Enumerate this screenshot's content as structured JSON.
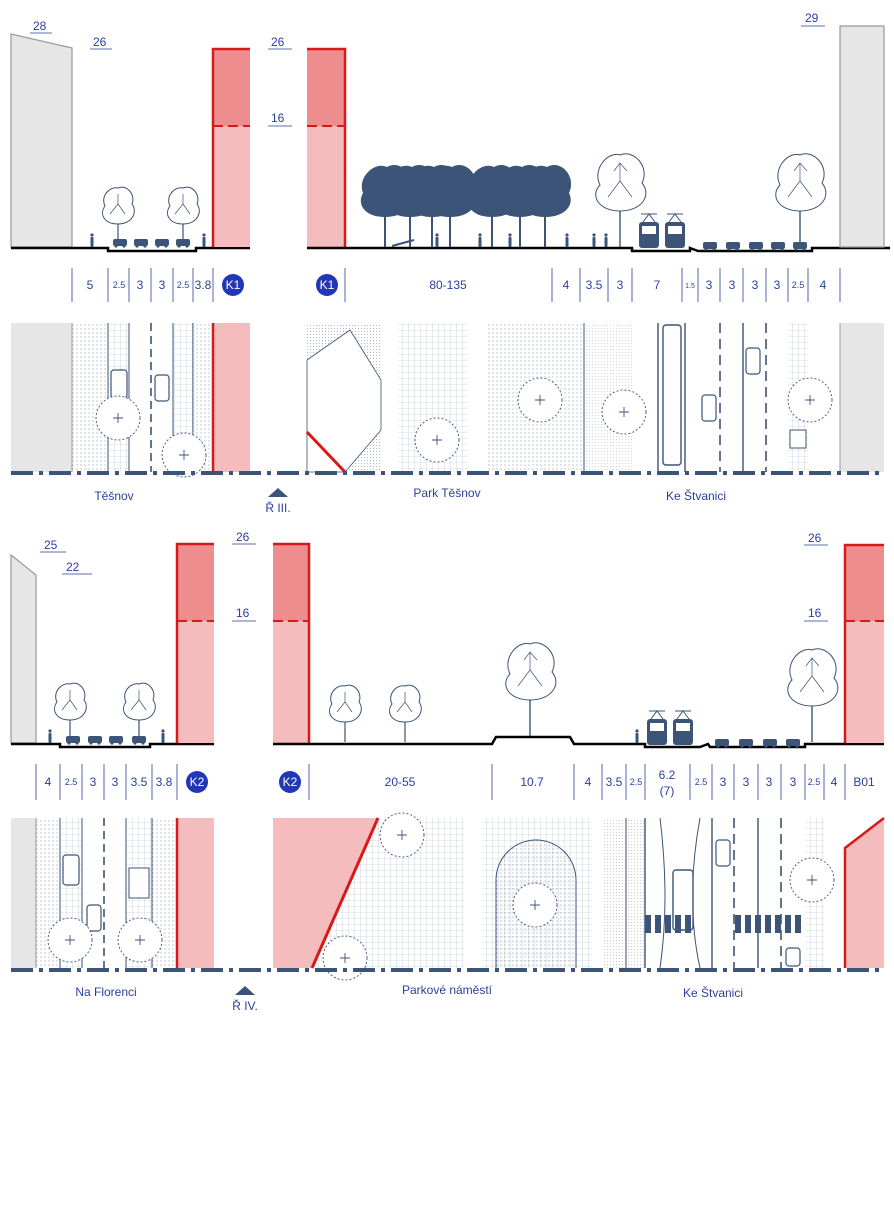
{
  "colors": {
    "accent_blue": "#2a3f9a",
    "navy_lines": "#3b5477",
    "building_fill": "#e6e6e6",
    "building_stroke": "#9a9a9a",
    "pink_light": "#f4bcbc",
    "pink_dark": "#ed8d8d",
    "red_line": "#d61a1a",
    "badge": "#2236b8"
  },
  "section1": {
    "heights": {
      "left_building": "28",
      "left_tree_level": "26",
      "mid_top": "26",
      "mid_level": "16",
      "right_building": "29"
    },
    "dims_left": [
      "5",
      "2.5",
      "3",
      "3",
      "2.5",
      "3.8"
    ],
    "badge_left": "K1",
    "badge_right": "K1",
    "dims_right": [
      "80-135",
      "4",
      "3.5",
      "3",
      "7",
      "1.5",
      "3",
      "3",
      "3",
      "3",
      "2.5",
      "4"
    ],
    "streets": [
      "Těšnov",
      "Ř III.",
      "Park Těšnov",
      "Ke Štvanici"
    ]
  },
  "section2": {
    "heights": {
      "left_building_top": "25",
      "left_building_lower": "22",
      "mid_top": "26",
      "mid_level": "16",
      "right_top": "26",
      "right_level": "16"
    },
    "dims_left": [
      "4",
      "2.5",
      "3",
      "3",
      "3.5",
      "3.8"
    ],
    "badge_left": "K2",
    "badge_right": "K2",
    "dims_right": [
      "20-55",
      "10.7",
      "4",
      "3.5",
      "2.5",
      "6.2",
      "(7)",
      "2.5",
      "3",
      "3",
      "3",
      "3",
      "2.5",
      "4",
      "B01"
    ],
    "streets": [
      "Na Florenci",
      "Ř IV.",
      "Parkové náměstí",
      "Ke Štvanici"
    ]
  }
}
